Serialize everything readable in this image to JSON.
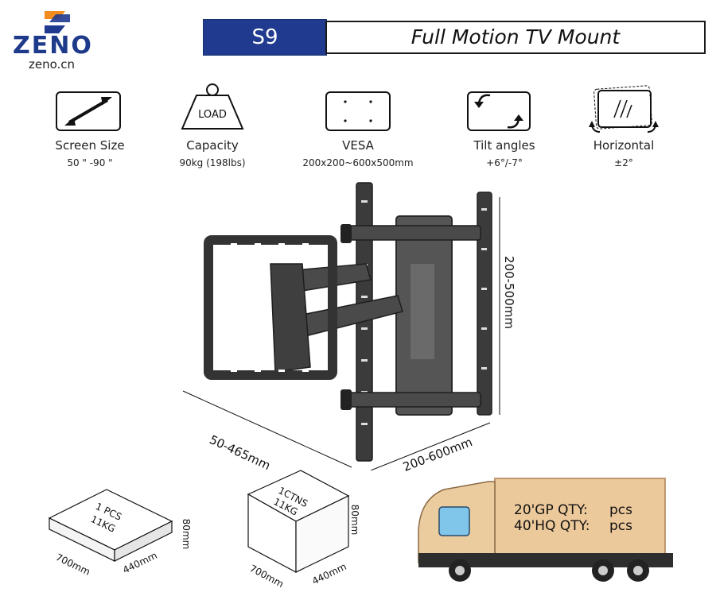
{
  "brand": {
    "name": "ZENO",
    "site": "zeno.cn",
    "colors": {
      "primary": "#1f3a8f",
      "accent": "#f28c1e"
    }
  },
  "header": {
    "model": "S9",
    "title": "Full Motion TV Mount"
  },
  "specs": [
    {
      "icon": "diagonal-arrow-icon",
      "label": "Screen Size",
      "value": "50 \" -90 \""
    },
    {
      "icon": "load-weight-icon",
      "icon_text": "LOAD",
      "label": "Capacity",
      "value": "90kg (198lbs)"
    },
    {
      "icon": "vesa-holes-icon",
      "label": "VESA",
      "value": "200x200~600x500mm"
    },
    {
      "icon": "tilt-arrows-icon",
      "label": "Tilt angles",
      "value": "+6°/-7°"
    },
    {
      "icon": "rotate-screen-icon",
      "label": "Horizontal",
      "value": "±2°"
    }
  ],
  "dimensions": {
    "depth": "50-465mm",
    "width": "200-600mm",
    "height": "200-500mm"
  },
  "packages": [
    {
      "lines": [
        "1 PCS",
        "11KG"
      ],
      "length": "700mm",
      "width": "440mm",
      "height": "80mm"
    },
    {
      "lines": [
        "1CTNS",
        "11KG"
      ],
      "length": "700mm",
      "width": "440mm",
      "height": "80mm"
    }
  ],
  "shipping": {
    "gp_label": "20'GP QTY:",
    "gp_unit": "pcs",
    "hq_label": "40'HQ QTY:",
    "hq_unit": "pcs"
  }
}
